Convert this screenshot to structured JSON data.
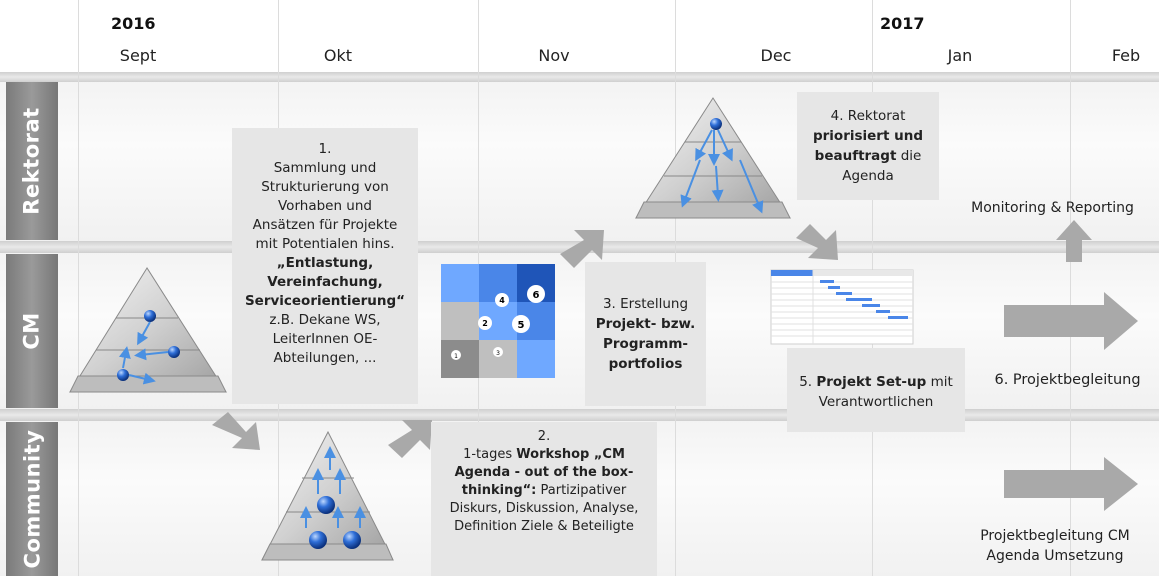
{
  "timeline": {
    "years": [
      {
        "label": "2016"
      },
      {
        "label": "2017"
      }
    ],
    "months": [
      "Sept",
      "Okt",
      "Nov",
      "Dec",
      "Jan",
      "Feb"
    ]
  },
  "lanes": [
    "Rektorat",
    "CM",
    "Community"
  ],
  "steps": {
    "s1": {
      "num": "1.",
      "lines": [
        "Sammlung und",
        "Strukturierung von",
        "Vorhaben und",
        "Ansätzen für Projekte",
        "mit Potentialen hins."
      ],
      "bold_lines": [
        "„Entlastung,",
        "Vereinfachung,",
        "Serviceorientierung“"
      ],
      "tail_lines": [
        "z.B. Dekane WS,",
        "LeiterInnen  OE-",
        "Abteilungen, ..."
      ]
    },
    "s2": {
      "num": "2.",
      "pre": "1-tages ",
      "bold": "Workshop „CM Agenda - out of the box-thinking“:",
      "post": " Partizipativer Diskurs, Diskussion, Analyse, Definition Ziele & Beteiligte"
    },
    "s3": {
      "pre": "3. Erstellung ",
      "bold": "Projekt- bzw. Programm-portfolios"
    },
    "s4": {
      "pre": "4. Rektorat ",
      "bold": "priorisiert und beauftragt",
      "post": " die Agenda"
    },
    "s5": {
      "pre": "5. ",
      "bold": "Projekt Set-up",
      "post": " mit Verantwortlichen"
    },
    "s6": {
      "text": "6. Projektbegleitung"
    },
    "monitoring": {
      "text": "Monitoring & Reporting"
    },
    "community_follow": {
      "line1": "Projektbegleitung CM",
      "line2": "Agenda Umsetzung"
    }
  },
  "portfolio_numbers": [
    "6",
    "4",
    "2",
    "5",
    "1",
    "3"
  ],
  "colors": {
    "accent_blue": "#2b6fd6",
    "box_gray": "#e6e6e6",
    "lane_label": "#8a8a8a",
    "arrow_gray": "#a9a9a9"
  }
}
